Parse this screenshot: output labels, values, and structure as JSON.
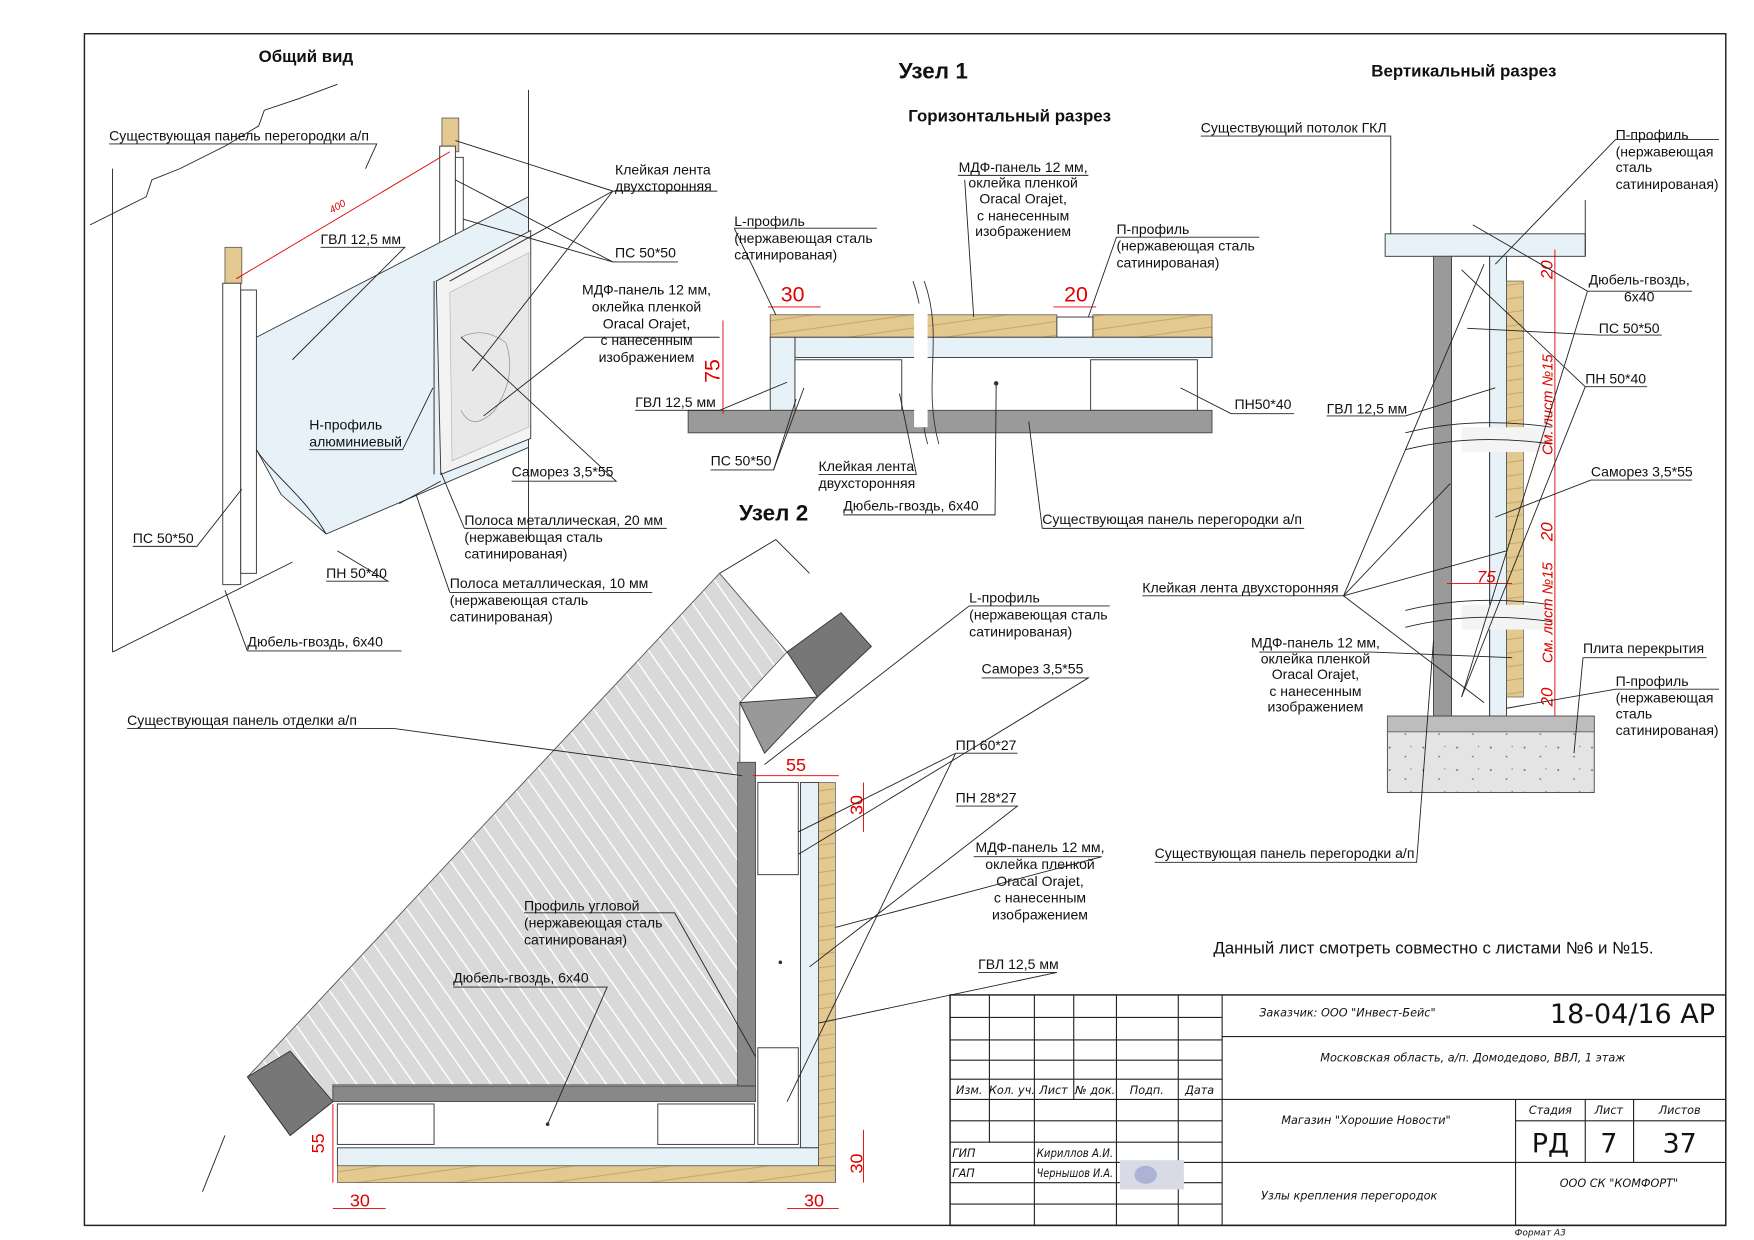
{
  "titles": {
    "general_view": "Общий вид",
    "node1": "Узел 1",
    "horizontal_section": "Горизонтальный разрез",
    "vertical_section": "Вертикальный разрез",
    "node2": "Узел 2"
  },
  "note": "Данный лист смотреть совместно с листами №6 и №15.",
  "general_view": {
    "existing_panel": "Существующая панель перегородки а/п",
    "tape": [
      "Клейкая лента",
      "двухсторонняя"
    ],
    "gvl": "ГВЛ 12,5 мм",
    "ps_right": "ПС 50*50",
    "mdf": [
      "МДФ-панель 12 мм,",
      "оклейка пленкой",
      "Oracal Orajet,",
      "с нанесенным",
      "изображением"
    ],
    "h_profile": [
      "Н-профиль",
      "алюминиевый"
    ],
    "screw": "Саморез 3,5*55",
    "strip20": [
      "Полоса металлическая, 20 мм",
      "(нержавеющая сталь",
      "сатинированая)"
    ],
    "ps_left": "ПС 50*50",
    "pn": "ПН 50*40",
    "strip10": [
      "Полоса металлическая, 10 мм",
      "(нержавеющая сталь",
      "сатинированая)"
    ],
    "dowel": "Дюбель-гвоздь, 6х40",
    "dim_400": "400"
  },
  "node1": {
    "mdf": [
      "МДФ-панель 12 мм,",
      "оклейка пленкой",
      "Oracal Orajet,",
      "с нанесенным",
      "изображением"
    ],
    "l_profile": [
      "L-профиль",
      "(нержавеющая сталь",
      "сатинированая)"
    ],
    "p_profile": [
      "П-профиль",
      "(нержавеющая сталь",
      "сатинированая)"
    ],
    "dim_30": "30",
    "dim_20": "20",
    "dim_75": "75",
    "gvl": "ГВЛ 12,5 мм",
    "pn": "ПН50*40",
    "ps": "ПС 50*50",
    "tape": [
      "Клейкая лента",
      "двухсторонняя"
    ],
    "dowel": "Дюбель-гвоздь, 6х40",
    "existing_panel": "Существующая панель перегородки а/п"
  },
  "vertical": {
    "ceiling": "Существующий потолок ГКЛ",
    "p_profile_top": [
      "П-профиль",
      "(нержавеющая",
      "сталь",
      "сатинированая)"
    ],
    "dowel": [
      "Дюбель-гвоздь,",
      "6х40"
    ],
    "ps": "ПС 50*50",
    "pn": "ПН 50*40",
    "gvl": "ГВЛ 12,5 мм",
    "screw": "Саморез 3,5*55",
    "tape": "Клейкая лента двухсторонняя",
    "dim_75": "75",
    "dim_20": "20",
    "see_sheet": "См. лист №15",
    "mdf": [
      "МДФ-панель 12 мм,",
      "оклейка пленкой",
      "Oracal Orajet,",
      "с нанесенным",
      "изображением"
    ],
    "slab": "Плита перекрытия",
    "p_profile_bottom": [
      "П-профиль",
      "(нержавеющая",
      "сталь",
      "сатинированая)"
    ],
    "existing_panel": "Существующая панель перегородки а/п"
  },
  "node2": {
    "l_profile": [
      "L-профиль",
      "(нержавеющая сталь",
      "сатинированая)"
    ],
    "screw": "Саморез 3,5*55",
    "existing_finish": "Существующая панель отделки а/п",
    "pp": "ПП 60*27",
    "pn": "ПН 28*27",
    "mdf": [
      "МДФ-панель 12 мм,",
      "оклейка пленкой",
      "Oracal Orajet,",
      "с нанесенным",
      "изображением"
    ],
    "corner_profile": [
      "Профиль угловой",
      "(нержавеющая сталь",
      "сатинированая)"
    ],
    "dowel": "Дюбель-гвоздь, 6х40",
    "gvl": "ГВЛ 12,5 мм",
    "dim_55": "55",
    "dim_30": "30"
  },
  "title_block": {
    "customer": "Заказчик: ООО \"Инвест-Бейс\"",
    "doc_code": "18-04/16 АР",
    "address": "Московская область, а/п. Домодедово, ВВЛ, 1 этаж",
    "headers": [
      "Изм.",
      "Кол. уч.",
      "Лист",
      "№ док.",
      "Подп.",
      "Дата"
    ],
    "object": "Магазин \"Хорошие Новости\"",
    "stage_label": "Стадия",
    "sheet_label": "Лист",
    "sheets_label": "Листов",
    "stage": "РД",
    "sheet": "7",
    "sheets": "37",
    "roles": [
      {
        "role": "ГИП",
        "name": "Кириллов А.И."
      },
      {
        "role": "ГАП",
        "name": "Чернышов И.А."
      }
    ],
    "sheet_title": "Узлы крепления перегородок",
    "company": "ООО СК \"КОМФОРТ\"",
    "format": "Формат А3"
  }
}
